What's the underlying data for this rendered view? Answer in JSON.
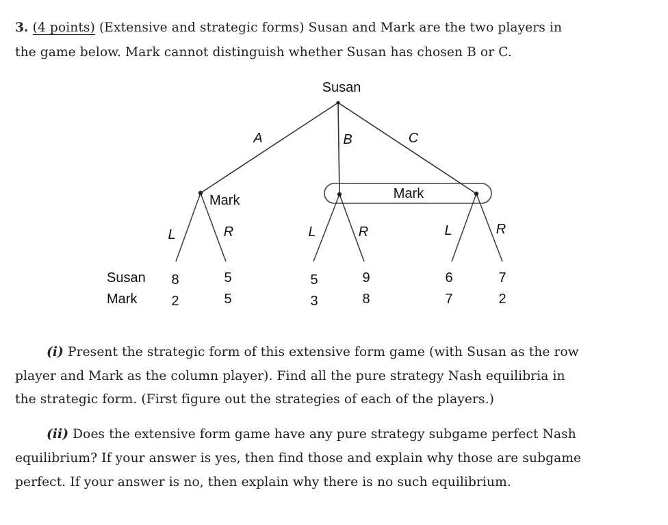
{
  "problem": {
    "number": "3.",
    "points": "(4 points)",
    "intro_line1": "(Extensive and strategic forms) Susan and Mark are the two players in",
    "intro_line2": "the game below. Mark cannot distinguish whether Susan has chosen B or C."
  },
  "game_tree": {
    "root_player": "Susan",
    "first_moves": [
      "A",
      "B",
      "C"
    ],
    "mark_node_label": "Mark",
    "info_set_label": "Mark",
    "second_moves": [
      "L",
      "R"
    ],
    "payoff_row_labels": [
      "Susan",
      "Mark"
    ],
    "payoffs": [
      {
        "path": "A-L",
        "susan": "8",
        "mark": "2"
      },
      {
        "path": "A-R",
        "susan": "5",
        "mark": "5"
      },
      {
        "path": "B-L",
        "susan": "5",
        "mark": "3"
      },
      {
        "path": "B-R",
        "susan": "9",
        "mark": "8"
      },
      {
        "path": "C-L",
        "susan": "6",
        "mark": "7"
      },
      {
        "path": "C-R",
        "susan": "7",
        "mark": "2"
      }
    ]
  },
  "part_i": {
    "label": "(i)",
    "line1": "Present the strategic form of this extensive form game (with Susan as the row",
    "line2": "player and Mark as the column player). Find all the pure strategy Nash equilibria in",
    "line3": "the strategic form. (First figure out the strategies of each of the players.)"
  },
  "part_ii": {
    "label": "(ii)",
    "line1": "Does the extensive form game have any pure strategy subgame perfect Nash",
    "line2": "equilibrium? If your answer is yes, then find those and explain why those are subgame",
    "line3": "perfect. If your answer is no, then explain why there is no such equilibrium."
  }
}
